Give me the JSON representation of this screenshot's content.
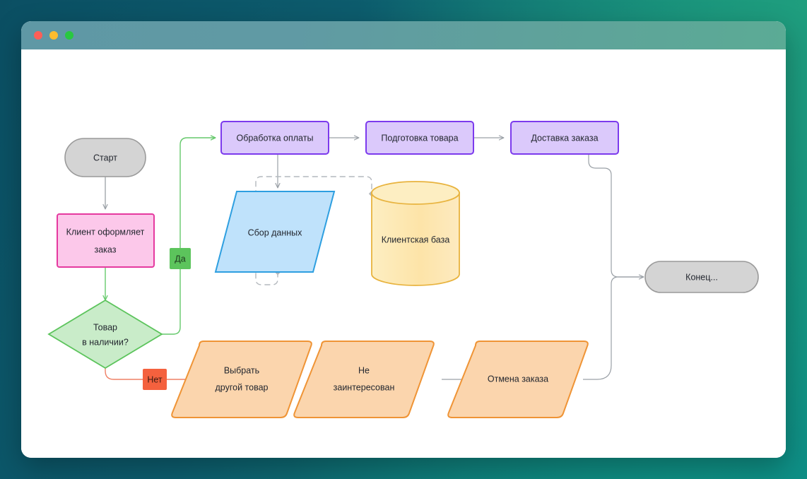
{
  "window": {
    "traffic_lights": [
      "close",
      "minimize",
      "maximize"
    ],
    "titlebar_gradient_from": "#5f98a5",
    "titlebar_gradient_to": "#5bab95",
    "canvas_background": "#ffffff"
  },
  "desktop": {
    "background_from": "#0b4f63",
    "background_to": "#14997e"
  },
  "diagram": {
    "nodes": {
      "start": {
        "label": "Старт",
        "shape": "stadium",
        "fill": "#d4d4d4",
        "stroke": "#9a9a9a"
      },
      "order": {
        "label_line1": "Клиент оформляет",
        "label_line2": "заказ",
        "shape": "rect",
        "fill": "#fcc8ea",
        "stroke": "#e5399f"
      },
      "decision": {
        "label_line1": "Товар",
        "label_line2": "в наличии?",
        "shape": "diamond",
        "fill": "#c9ecc9",
        "stroke": "#5cc45c"
      },
      "payment": {
        "label": "Обработка оплаты",
        "shape": "rect",
        "fill": "#dbc9fb",
        "stroke": "#7c3aed"
      },
      "preparation": {
        "label": "Подготовка товара",
        "shape": "rect",
        "fill": "#dbc9fb",
        "stroke": "#7c3aed"
      },
      "delivery": {
        "label": "Доставка заказа",
        "shape": "rect",
        "fill": "#dbc9fb",
        "stroke": "#7c3aed"
      },
      "datacollect": {
        "label": "Сбор данных",
        "shape": "parallelogram",
        "fill": "#bfe2fb",
        "stroke": "#2e9fe0"
      },
      "database": {
        "label": "Клиентская база",
        "shape": "cylinder",
        "fill": "#fde8b0",
        "stroke": "#e8b33e"
      },
      "choose_other": {
        "label_line1": "Выбрать",
        "label_line2": "другой товар",
        "shape": "parallelogram-round",
        "fill": "#fbd5ad",
        "stroke": "#ef9436"
      },
      "not_interested": {
        "label_line1": "Не",
        "label_line2": "заинтересован",
        "shape": "parallelogram-round",
        "fill": "#fbd5ad",
        "stroke": "#ef9436"
      },
      "cancel": {
        "label": "Отмена заказа",
        "shape": "parallelogram-round",
        "fill": "#fbd5ad",
        "stroke": "#ef9436"
      },
      "end": {
        "label": "Конец...",
        "shape": "stadium",
        "fill": "#d4d4d4",
        "stroke": "#9a9a9a"
      }
    },
    "edge_badges": {
      "yes": {
        "label": "Да",
        "fill": "#5cc45c",
        "text_color": "#1e3a1e"
      },
      "no": {
        "label": "Нет",
        "fill": "#f4613e",
        "text_color": "#3a1a10"
      }
    },
    "edge_colors": {
      "default": "#9aa0a6",
      "yes": "#65c96b",
      "no": "#ef8066",
      "dashed": "#b3b8bd"
    }
  }
}
